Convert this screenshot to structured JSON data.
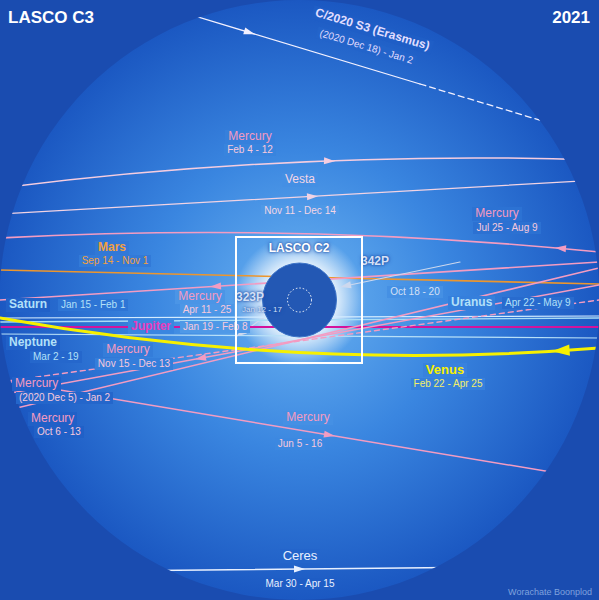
{
  "diagram": {
    "title": "LASCO C3",
    "nodes": [
      {
        "text": [
          "LASCO C2"
        ]
      }
    ],
    "labels": [
      "2021",
      "C/2020 S3 (Erasmus)",
      "(2020 Dec 18) - Jan 2",
      "Mercury",
      "Feb 4 - 12",
      "Vesta",
      "Nov 11 - Dec 14",
      "Mercury",
      "Jul 25 - Aug 9",
      "Mars",
      "Sep 14 - Nov 1",
      "342P",
      "Oct 18 - 20",
      "323P",
      "Jan 12 - 17",
      "Mercury",
      "Apr 11 - 25",
      "Saturn",
      "Jan 15 - Feb 1",
      "Uranus",
      "Apr 22 - May 9",
      "Jupiter",
      "Jan 19 - Feb 8",
      "Neptune",
      "Mar 2 - 19",
      "Mercury",
      "Nov 15 - Dec 13",
      "Mercury",
      "(2020 Dec 5) - Jan 2",
      "Mercury",
      "Oct 6 - 13",
      "Mercury",
      "Jun 5 - 16",
      "Venus",
      "Feb 22 - Apr 25",
      "Ceres",
      "Mar 30 - Apr 15",
      "Worachate Boonplod"
    ]
  }
}
